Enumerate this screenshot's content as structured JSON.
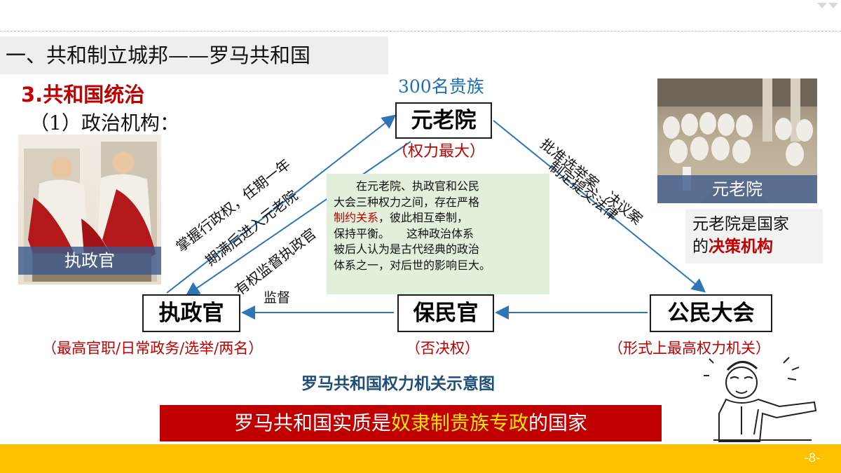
{
  "header": {
    "title": "一、共和制立城邦——罗马共和国",
    "section": "3.共和国统治",
    "subsection": "（1）政治机构："
  },
  "photos": {
    "consul_label": "执政官",
    "senate_label": "元老院"
  },
  "diagram": {
    "senate": {
      "note": "300名贵族",
      "label": "元老院",
      "sub": "（权力最大）"
    },
    "consul": {
      "label": "执政官",
      "sub": "（最高官职/日常政务/选举/两名）"
    },
    "tribune": {
      "label": "保民官",
      "sub": "（否决权）"
    },
    "assembly": {
      "label": "公民大会",
      "sub": "（形式上最高权力机关）"
    },
    "arrow_texts": {
      "consul_to_senate_1": "掌握行政权，任期一年",
      "consul_to_senate_2": "期满后进入元老院",
      "senate_to_consul": "有权监督执政官",
      "senate_to_assembly_1": "批准选举案、决议案",
      "senate_to_assembly_2": "制定提交法律",
      "tribune_to_consul": "监督"
    },
    "note_box": {
      "line1": "在元老院、执政官和公民",
      "line2": "大会三种权力之间，存在严格",
      "line3_highlight": "制约关系",
      "line3_rest": "，彼此相互牵制，",
      "line4": "保持平衡。　　这种政治体系",
      "line5": "被后人认为是古代经典的政治",
      "line6": "体系之一，对后世的影响巨大。"
    },
    "caption": "罗马共和国权力机关示意图"
  },
  "decision_box": {
    "line1": "元老院是国家",
    "line2_prefix": "的",
    "line2_highlight": "决策机构"
  },
  "banner": {
    "prefix": "罗马共和国实质是",
    "highlight": "奴隶制贵族专政",
    "suffix": "的国家"
  },
  "footer": {
    "page": "-8-"
  },
  "colors": {
    "accent_red": "#c00000",
    "footer_yellow": "#ffc000",
    "arrow_blue": "#2e75b6",
    "note_green": "#e2efda"
  }
}
